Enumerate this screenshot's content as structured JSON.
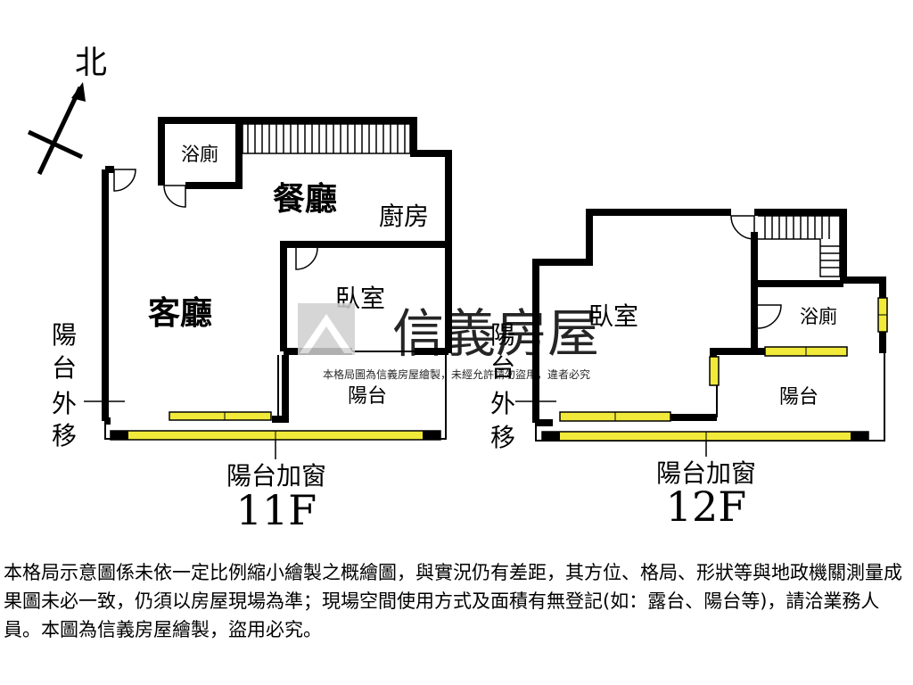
{
  "compass": {
    "label": "北"
  },
  "floor_11": {
    "rooms": {
      "bathroom": "浴廁",
      "dining": "餐廳",
      "kitchen": "廚房",
      "bedroom": "臥室",
      "living": "客廳",
      "balcony": "陽台"
    },
    "balcony_shift": [
      "陽",
      "台",
      "外",
      "移"
    ],
    "window_label": "陽台加窗",
    "floor_label": "11F"
  },
  "floor_12": {
    "rooms": {
      "bedroom": "臥室",
      "bathroom": "浴廁",
      "balcony": "陽台"
    },
    "balcony_shift": [
      "陽",
      "台",
      "外",
      "移"
    ],
    "window_label": "陽台加窗",
    "floor_label": "12F"
  },
  "watermark": {
    "brand": "信義房屋",
    "notice": "本格局圖為信義房屋繪製，未經允許請勿盜用，違者必究"
  },
  "disclaimer": "本格局示意圖係未依一定比例縮小繪製之概繪圖，與實況仍有差距，其方位、格局、形狀等與地政機關測量成果圖未必一致，仍須以房屋現場為準；現場空間使用方式及面積有無登記(如：露台、陽台等)，請洽業務人員。本圖為信義房屋繪製，盜用必究。",
  "colors": {
    "wall": "#000000",
    "window": "#f2ea3a",
    "watermark": "#c8c8c8"
  }
}
